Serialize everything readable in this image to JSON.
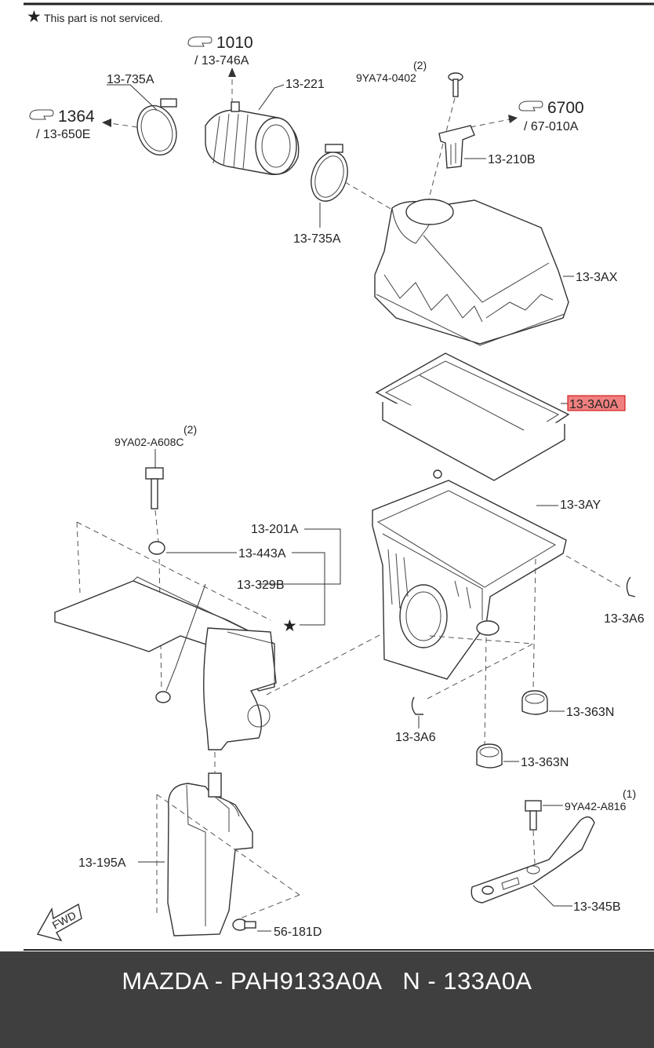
{
  "note": {
    "symbol": "★",
    "text": "This part is not serviced."
  },
  "refs": [
    {
      "num": "1010",
      "code": "/ 13-746A"
    },
    {
      "num": "1364",
      "code": "/ 13-650E"
    },
    {
      "num": "6700",
      "code": "/ 67-010A"
    }
  ],
  "parts": {
    "clamp_top": "13-735A",
    "hose": "13-221",
    "bolt_top_qty": "(2)",
    "bolt_top": "9YA74-0402",
    "sensor": "13-210B",
    "clamp_mid": "13-735A",
    "cover": "13-3AX",
    "filter": "13-3A0A",
    "bolt_left_qty": "(2)",
    "bolt_left": "9YA02-A608C",
    "case": "13-3AY",
    "duct": "13-201A",
    "grommet": "13-443A",
    "tube": "13-329B",
    "clip_right": "13-3A6",
    "clip_mid": "13-3A6",
    "mount_1": "13-363N",
    "mount_2": "13-363N",
    "bolt_br_qty": "(1)",
    "bolt_br": "9YA42-A816",
    "bracket": "13-345B",
    "resonator": "13-195A",
    "screw": "56-181D"
  },
  "fwd": "FWD",
  "highlight_color": "#f08080",
  "footer": {
    "title": "MAZDA - PAH9133A0A   N - 133A0A"
  }
}
